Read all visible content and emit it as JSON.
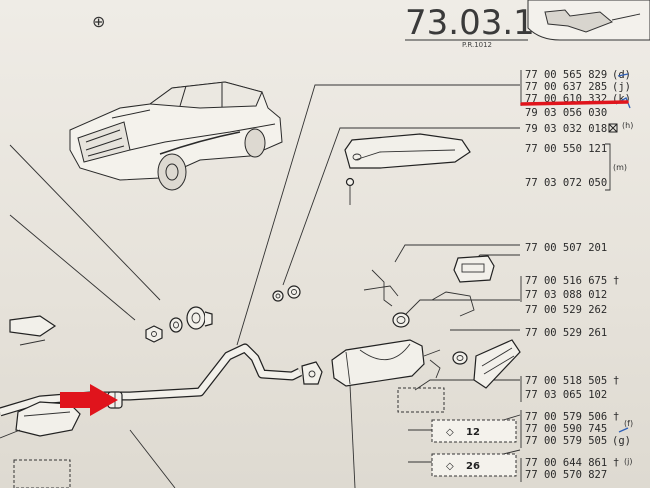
{
  "header": {
    "page_number": "73.03.1",
    "revision": "P.R.1012",
    "corner_glyph": "⊕"
  },
  "part_numbers": [
    {
      "id": "p1",
      "number": "77 00 565 829",
      "suffix": "(d)"
    },
    {
      "id": "p2",
      "number": "77 00 637 285",
      "suffix": "(j)"
    },
    {
      "id": "p3",
      "number": "77 00 610 332",
      "suffix": "(k)"
    },
    {
      "id": "p4",
      "number": "79 03 056 030",
      "suffix": ""
    },
    {
      "id": "p5",
      "number": "79 03 032 018",
      "suffix": ""
    },
    {
      "id": "p6",
      "number": "77 00 550 121",
      "suffix": ""
    },
    {
      "id": "p7",
      "number": "77 03 072 050",
      "suffix": ""
    },
    {
      "id": "p8",
      "number": "77 00 507 201",
      "suffix": ""
    },
    {
      "id": "p9",
      "number": "77 00 516 675",
      "suffix": "†"
    },
    {
      "id": "p10",
      "number": "77 03 088 012",
      "suffix": ""
    },
    {
      "id": "p11",
      "number": "77 00 529 262",
      "suffix": ""
    },
    {
      "id": "p12",
      "number": "77 00 529 261",
      "suffix": ""
    },
    {
      "id": "p13",
      "number": "77 00 518 505",
      "suffix": "†"
    },
    {
      "id": "p14",
      "number": "77 03 065 102",
      "suffix": ""
    },
    {
      "id": "p15",
      "number": "77 00 579 506",
      "suffix": "†"
    },
    {
      "id": "p16",
      "number": "77 00 590 745",
      "suffix": ""
    },
    {
      "id": "p17",
      "number": "77 00 579 505",
      "suffix": "(g)"
    },
    {
      "id": "p18",
      "number": "77 00 644 861",
      "suffix": "†"
    },
    {
      "id": "p19",
      "number": "77 00 570 827",
      "suffix": ""
    }
  ],
  "side_notes": {
    "h": "(h)",
    "m": "(m)",
    "f": "(f)",
    "j": "(j)"
  },
  "quantity_boxes": [
    {
      "id": "q1",
      "symbol": "◇",
      "value": "12"
    },
    {
      "id": "q2",
      "symbol": "◇",
      "value": "26"
    }
  ],
  "colors": {
    "highlight_underline": "#e0141c",
    "arrow": "#e0141c",
    "pen_mark": "#2d5fb8",
    "ink": "#2a2a2a",
    "paper": "#ece8e0"
  },
  "icons": {
    "highlight_arrow": "red-pointer-arrow-icon",
    "checkbox_mark": "crossed-box-icon"
  }
}
